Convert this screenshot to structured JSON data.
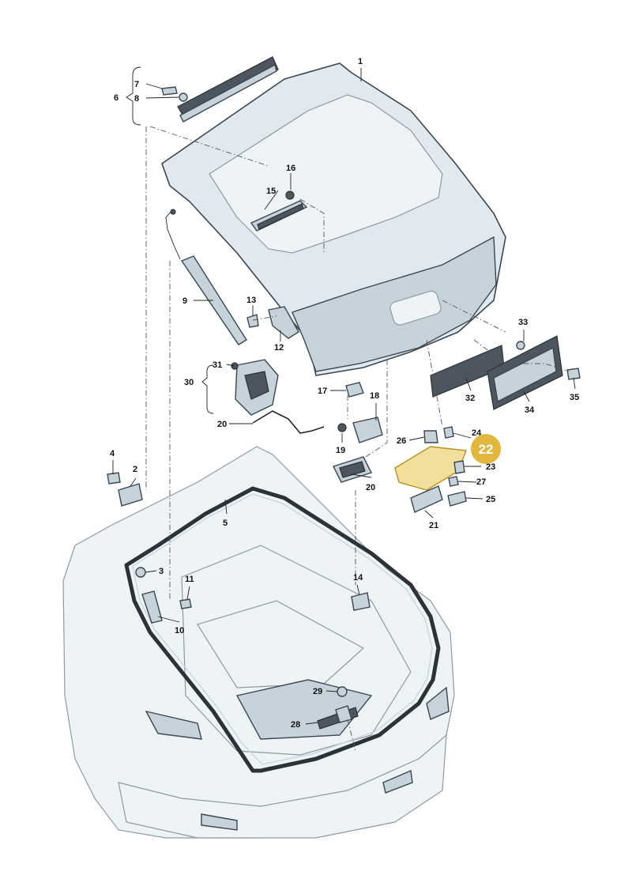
{
  "callouts": {
    "c1": "1",
    "c2": "2",
    "c3": "3",
    "c4": "4",
    "c5": "5",
    "c6": "6",
    "c7": "7",
    "c8": "8",
    "c9": "9",
    "c10": "10",
    "c11": "11",
    "c12": "12",
    "c13": "13",
    "c14": "14",
    "c15": "15",
    "c16": "16",
    "c17": "17",
    "c18": "18",
    "c19": "19",
    "c20a": "20",
    "c20b": "20",
    "c21": "21",
    "c23": "23",
    "c24": "24",
    "c25": "25",
    "c26": "26",
    "c27": "27",
    "c28": "28",
    "c29": "29",
    "c30": "30",
    "c31": "31",
    "c32": "32",
    "c33": "33",
    "c34": "34",
    "c35": "35"
  },
  "highlighted_part": {
    "label": "22",
    "color": "#e1b83d"
  }
}
